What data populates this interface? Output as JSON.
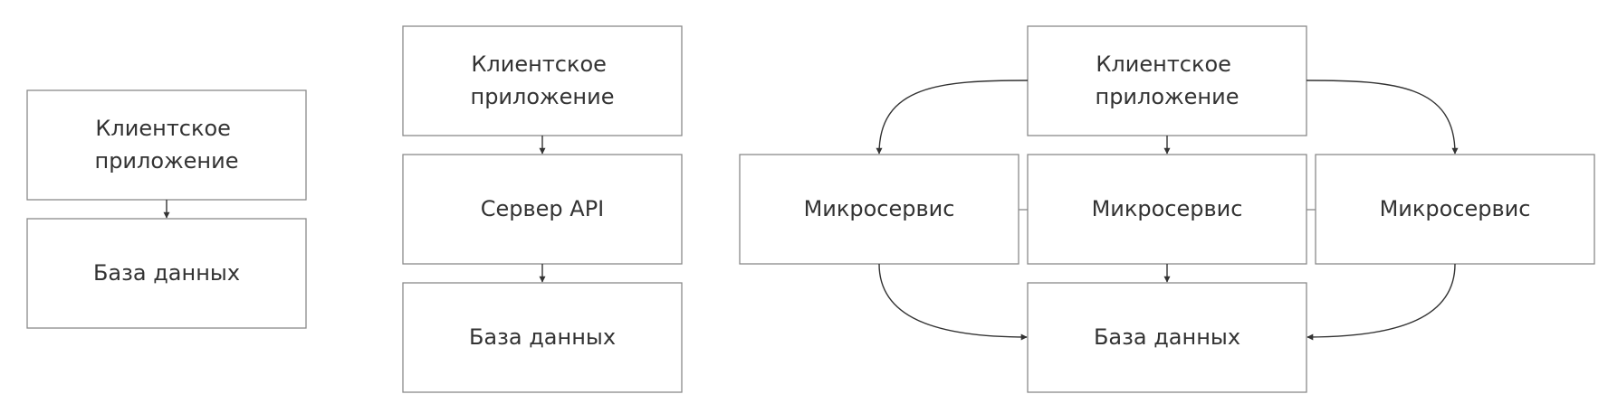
{
  "diagrams": [
    {
      "nodes": {
        "client": {
          "lines": [
            "Клиентское",
            "приложение"
          ]
        },
        "db": {
          "lines": [
            "База данных"
          ]
        }
      }
    },
    {
      "nodes": {
        "client": {
          "lines": [
            "Клиентское",
            "приложение"
          ]
        },
        "api": {
          "lines": [
            "Сервер API"
          ]
        },
        "db": {
          "lines": [
            "База данных"
          ]
        }
      }
    },
    {
      "nodes": {
        "client": {
          "lines": [
            "Клиентское",
            "приложение"
          ]
        },
        "ms_left": {
          "lines": [
            "Микросервис"
          ]
        },
        "ms_center": {
          "lines": [
            "Микросервис"
          ]
        },
        "ms_right": {
          "lines": [
            "Микросервис"
          ]
        },
        "db": {
          "lines": [
            "База данных"
          ]
        }
      }
    }
  ],
  "colors": {
    "box_border": "#8a8a8a",
    "edge": "#333333",
    "text": "#333333",
    "background": "#ffffff"
  }
}
